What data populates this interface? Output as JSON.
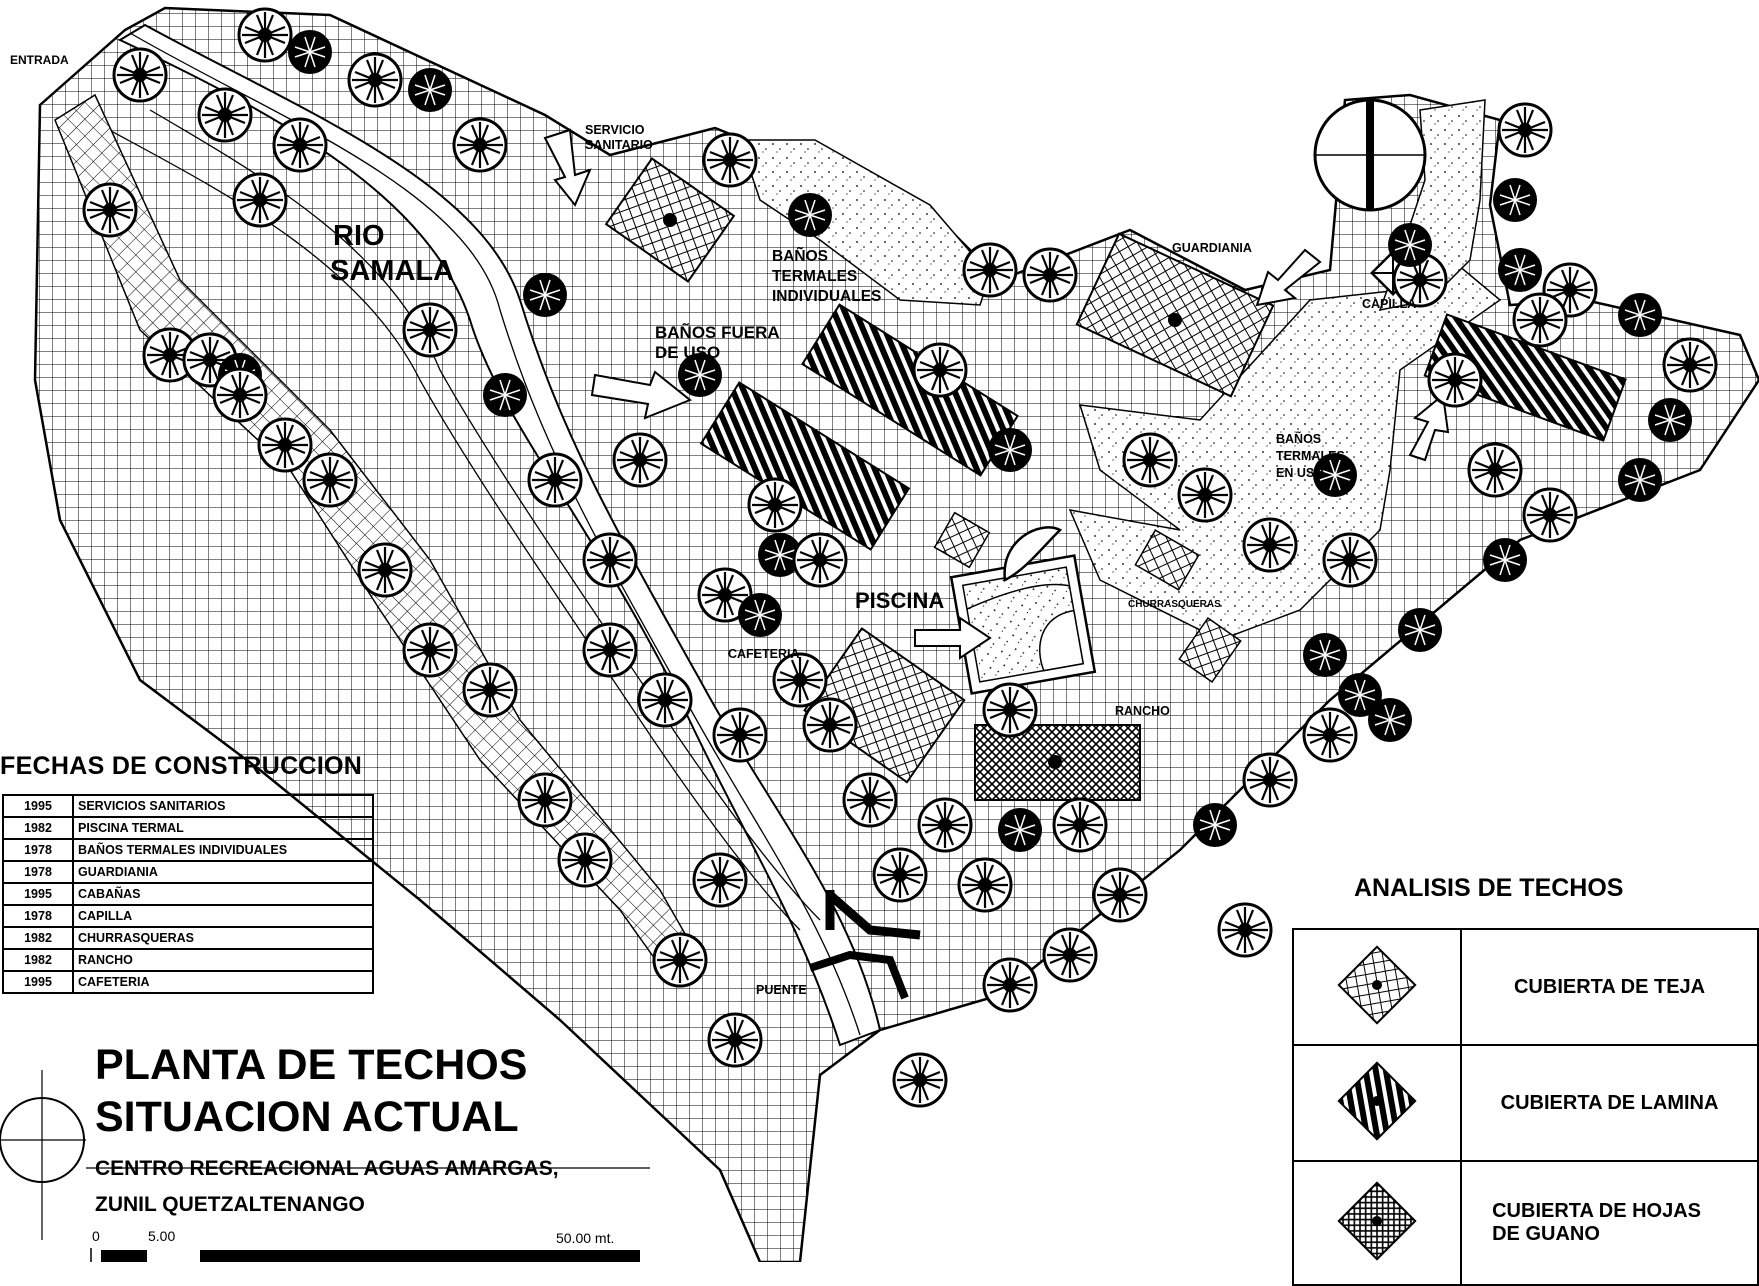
{
  "map": {
    "entrance_label": "ENTRADA",
    "river_label_line1": "RIO",
    "river_label_line2": "SAMALA",
    "service_label_line1": "SERVICIO",
    "service_label_line2": "SANITARIO",
    "banos_ind_line1": "BAÑOS",
    "banos_ind_line2": "TERMALES",
    "banos_ind_line3": "INDIVIDUALES",
    "banos_fuera_line1": "BAÑOS FUERA",
    "banos_fuera_line2": "DE USO",
    "guardiania_label": "GUARDIANIA",
    "capilla_label": "CAPILLA",
    "banos_uso_line1": "BAÑOS",
    "banos_uso_line2": "TERMALES",
    "banos_uso_line3": "EN USO",
    "piscina_label": "PISCINA",
    "churrasqueras_label": "CHURRASQUERAS",
    "cafeteria_label": "CAFETERIA",
    "rancho_label": "RANCHO",
    "puente_label": "PUENTE",
    "north_symbol": "north-arrow-icon"
  },
  "fechas": {
    "title": "FECHAS DE CONSTRUCCION",
    "rows": [
      {
        "year": "1995",
        "name": "SERVICIOS SANITARIOS"
      },
      {
        "year": "1982",
        "name": "PISCINA TERMAL"
      },
      {
        "year": "1978",
        "name": "BAÑOS TERMALES INDIVIDUALES"
      },
      {
        "year": "1978",
        "name": "GUARDIANIA"
      },
      {
        "year": "1995",
        "name": "CABAÑAS"
      },
      {
        "year": "1978",
        "name": "CAPILLA"
      },
      {
        "year": "1982",
        "name": "CHURRASQUERAS"
      },
      {
        "year": "1982",
        "name": "RANCHO"
      },
      {
        "year": "1995",
        "name": "CAFETERIA"
      }
    ]
  },
  "title": {
    "line1": "PLANTA DE TECHOS",
    "line2": "SITUACION ACTUAL",
    "subtitle1": "CENTRO RECREACIONAL AGUAS AMARGAS,",
    "subtitle2": "ZUNIL QUETZALTENANGO"
  },
  "scale": {
    "zero": "0",
    "five": "5.00",
    "fifty": "50.00 mt."
  },
  "roof_analysis": {
    "title": "ANALISIS DE TECHOS",
    "rows": [
      {
        "label": "CUBIERTA DE TEJA",
        "swatch": "tile-roof-icon"
      },
      {
        "label": "CUBIERTA DE LAMINA",
        "swatch": "sheet-roof-icon"
      },
      {
        "label": "CUBIERTA DE HOJAS\nDE GUANO",
        "swatch": "guano-roof-icon"
      }
    ]
  }
}
